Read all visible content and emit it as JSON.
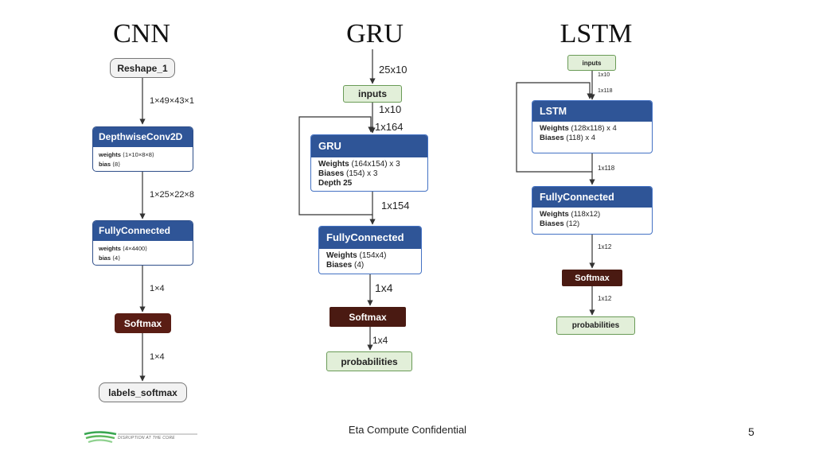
{
  "titles": {
    "cnn": "CNN",
    "gru": "GRU",
    "lstm": "LSTM"
  },
  "cnn": {
    "input": "Reshape_1",
    "dim1": "1×49×43×1",
    "conv": {
      "name": "DepthwiseConv2D",
      "w_key": "weights",
      "w_val": "⟨1×10×8×8⟩",
      "b_key": "bias",
      "b_val": "⟨8⟩"
    },
    "dim2": "1×25×22×8",
    "fc": {
      "name": "FullyConnected",
      "w_key": "weights",
      "w_val": "⟨4×4400⟩",
      "b_key": "bias",
      "b_val": "⟨4⟩"
    },
    "dim3": "1×4",
    "softmax": "Softmax",
    "dim4": "1×4",
    "output": "labels_softmax"
  },
  "gru": {
    "dim_in": "25x10",
    "inputs": "inputs",
    "dim1": "1x10",
    "dim_loop": "1x164",
    "block": {
      "name": "GRU",
      "w_key": "Weights",
      "w_val": "(164x154)  x 3",
      "b_key": "Biases",
      "b_val": "(154)  x 3",
      "d_key": "Depth",
      "d_val": "25"
    },
    "dim2": "1x154",
    "fc": {
      "name": "FullyConnected",
      "w_key": "Weights",
      "w_val": "(154x4)",
      "b_key": "Biases",
      "b_val": "(4)"
    },
    "dim3": "1x4",
    "softmax": "Softmax",
    "dim4": "1x4",
    "output": "probabilities"
  },
  "lstm": {
    "inputs": "inputs",
    "dim1": "1x10",
    "dim_loop": "1x118",
    "block": {
      "name": "LSTM",
      "w_key": "Weights",
      "w_val": "(128x118)  x 4",
      "b_key": "Biases",
      "b_val": "(118)  x 4"
    },
    "dim2": "1x118",
    "fc": {
      "name": "FullyConnected",
      "w_key": "Weights",
      "w_val": "(118x12)",
      "b_key": "Biases",
      "b_val": "(12)"
    },
    "dim3": "1x12",
    "softmax": "Softmax",
    "dim4": "1x12",
    "output": "probabilities"
  },
  "footer": {
    "text": "Eta Compute Confidential",
    "page": "5",
    "tagline": "DISRUPTION AT THE CORE"
  },
  "colors": {
    "header_blue": "#2f5597",
    "softmax_brown": "#4a1a12",
    "io_green": "#e2efd9",
    "logo_green": "#3aa651"
  }
}
